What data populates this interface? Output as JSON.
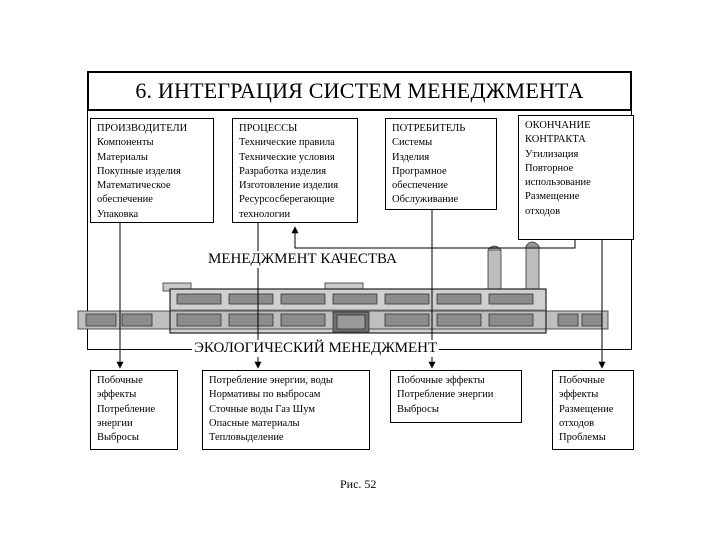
{
  "title": "6. ИНТЕГРАЦИЯ СИСТЕМ МЕНЕДЖМЕНТА",
  "top_boxes": [
    {
      "lines": [
        "ПРОИЗВОДИТЕЛИ",
        "Компоненты",
        "Материалы",
        "Покупные изделия",
        "Математическое",
        "обеспечение",
        "Упаковка"
      ]
    },
    {
      "lines": [
        "ПРОЦЕССЫ",
        "Технические правила",
        "Технические условия",
        "Разработка изделия",
        "Изготовление изделия",
        "Ресурсосберегающие",
        "технологии"
      ]
    },
    {
      "lines": [
        "ПОТРЕБИТЕЛЬ",
        "Системы",
        "Изделия",
        "Програмное",
        "обеспечение",
        "Обслуживание"
      ]
    },
    {
      "lines": [
        "ОКОНЧАНИЕ",
        "КОНТРАКТА",
        "Утилизация",
        "Повторное",
        "использование",
        "Размещение",
        "отходов"
      ]
    }
  ],
  "quality_label": "МЕНЕДЖМЕНТ КАЧЕСТВА",
  "eco_label": "ЭКОЛОГИЧЕСКИЙ МЕНЕДЖМЕНТ",
  "bottom_boxes": [
    {
      "lines": [
        "Побочные",
        "эффекты",
        "Потребление",
        "энергии",
        "Выбросы"
      ]
    },
    {
      "lines": [
        "Потребление энергии, воды",
        "Нормативы по выбросам",
        "Сточные воды Газ Шум",
        "Опасные материалы",
        "Тепловыделение"
      ]
    },
    {
      "lines": [
        "Побочные эффекты",
        "Потребление энергии",
        "Выбросы"
      ]
    },
    {
      "lines": [
        "Побочные",
        "эффекты",
        "Размещение",
        "отходов",
        "Проблемы"
      ]
    }
  ],
  "caption": "Рис. 52"
}
